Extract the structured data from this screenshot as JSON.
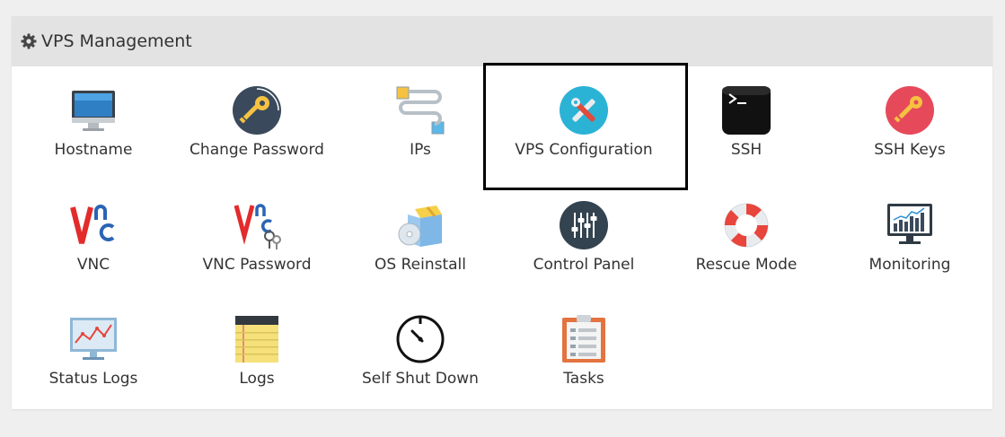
{
  "panel": {
    "title": "VPS Management",
    "header_icon": "gear-icon"
  },
  "tiles": [
    {
      "label": "Hostname",
      "icon": "monitor-icon"
    },
    {
      "label": "Change Password",
      "icon": "key-icon"
    },
    {
      "label": "IPs",
      "icon": "network-icon"
    },
    {
      "label": "VPS Configuration",
      "icon": "wrench-screwdriver-icon",
      "selected": true
    },
    {
      "label": "SSH",
      "icon": "terminal-icon"
    },
    {
      "label": "SSH Keys",
      "icon": "ssh-key-icon"
    },
    {
      "label": "VNC",
      "icon": "vnc-icon"
    },
    {
      "label": "VNC Password",
      "icon": "vnc-password-icon"
    },
    {
      "label": "OS Reinstall",
      "icon": "disc-box-icon"
    },
    {
      "label": "Control Panel",
      "icon": "sliders-icon"
    },
    {
      "label": "Rescue Mode",
      "icon": "lifebuoy-icon"
    },
    {
      "label": "Monitoring",
      "icon": "chart-monitor-icon"
    },
    {
      "label": "Status Logs",
      "icon": "status-chart-icon"
    },
    {
      "label": "Logs",
      "icon": "notepad-icon"
    },
    {
      "label": "Self Shut Down",
      "icon": "timer-icon"
    },
    {
      "label": "Tasks",
      "icon": "clipboard-icon"
    }
  ],
  "colors": {
    "background": "#efefef",
    "header": "#e3e3e3",
    "text": "#333333",
    "selection_border": "#000000"
  }
}
